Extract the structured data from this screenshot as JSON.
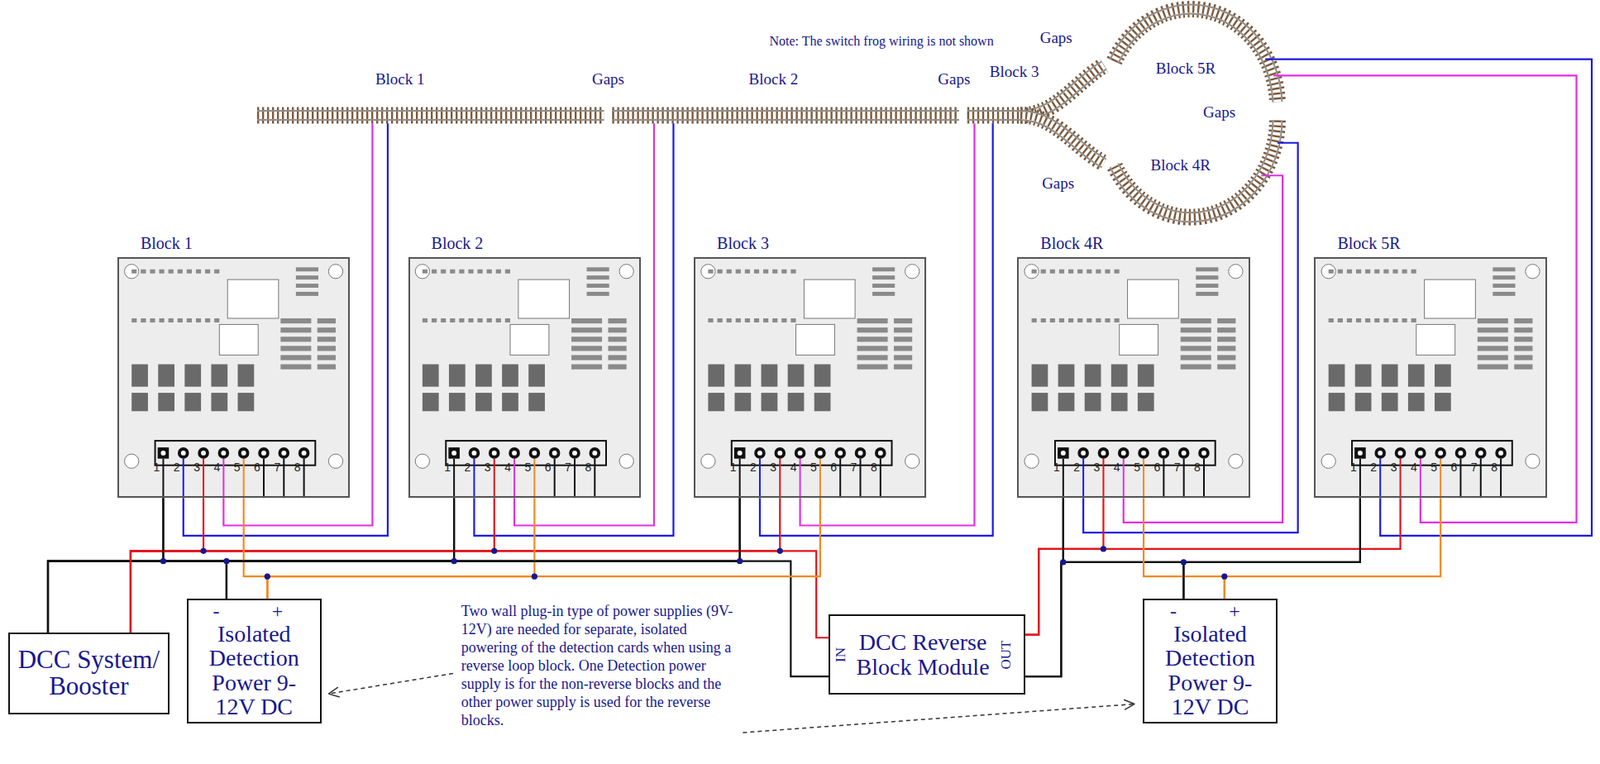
{
  "diagram": {
    "nodes": [
      {
        "text": [
          "Block 1"
        ]
      },
      {
        "text": [
          "Block 2"
        ]
      },
      {
        "text": [
          "Block 3"
        ]
      },
      {
        "text": [
          "Block 4R"
        ]
      },
      {
        "text": [
          "Block 5R"
        ]
      },
      {
        "text": [
          "DCC System/ Booster"
        ]
      },
      {
        "text": [
          "Isolated Detection Power 9-12V DC"
        ]
      },
      {
        "text": [
          "DCC Reverse Block Module",
          "IN",
          "OUT"
        ]
      },
      {
        "text": [
          "Isolated Detection Power 9-12V DC"
        ]
      }
    ],
    "edges": [
      {
        "from": 5,
        "to": 0,
        "arrow": "none"
      },
      {
        "from": 5,
        "to": 1,
        "arrow": "none"
      },
      {
        "from": 5,
        "to": 2,
        "arrow": "none"
      },
      {
        "from": 5,
        "to": 7,
        "arrow": "none"
      },
      {
        "from": 6,
        "to": 0,
        "arrow": "none"
      },
      {
        "from": 6,
        "to": 1,
        "arrow": "none"
      },
      {
        "from": 6,
        "to": 2,
        "arrow": "none"
      },
      {
        "from": 7,
        "to": 3,
        "arrow": "none"
      },
      {
        "from": 7,
        "to": 4,
        "arrow": "none"
      },
      {
        "from": 8,
        "to": 3,
        "arrow": "none"
      },
      {
        "from": 8,
        "to": 4,
        "arrow": "none"
      }
    ],
    "labels": [
      "Block 1",
      "Gaps",
      "Block 2",
      "Gaps",
      "Block 3",
      "Gaps",
      "Block 5R",
      "Gaps",
      "Block 4R",
      "Gaps",
      "Note: The switch frog wiring is not shown",
      "Two wall plug-in type of power supplies (9V-12V) are needed for separate, isolated powering of the detection cards when using a reverse loop block. One Detection power supply is for the non-reverse blocks and the other power supply is used for the reverse blocks.",
      "-",
      "+",
      "-",
      "+",
      "1",
      "2",
      "3",
      "4",
      "5",
      "6",
      "7",
      "8",
      "1",
      "2",
      "3",
      "4",
      "5",
      "6",
      "7",
      "8",
      "1",
      "2",
      "3",
      "4",
      "5",
      "6",
      "7",
      "8",
      "1",
      "2",
      "3",
      "4",
      "5",
      "6",
      "7",
      "8",
      "1",
      "2",
      "3",
      "4",
      "5",
      "6",
      "7",
      "8"
    ]
  }
}
